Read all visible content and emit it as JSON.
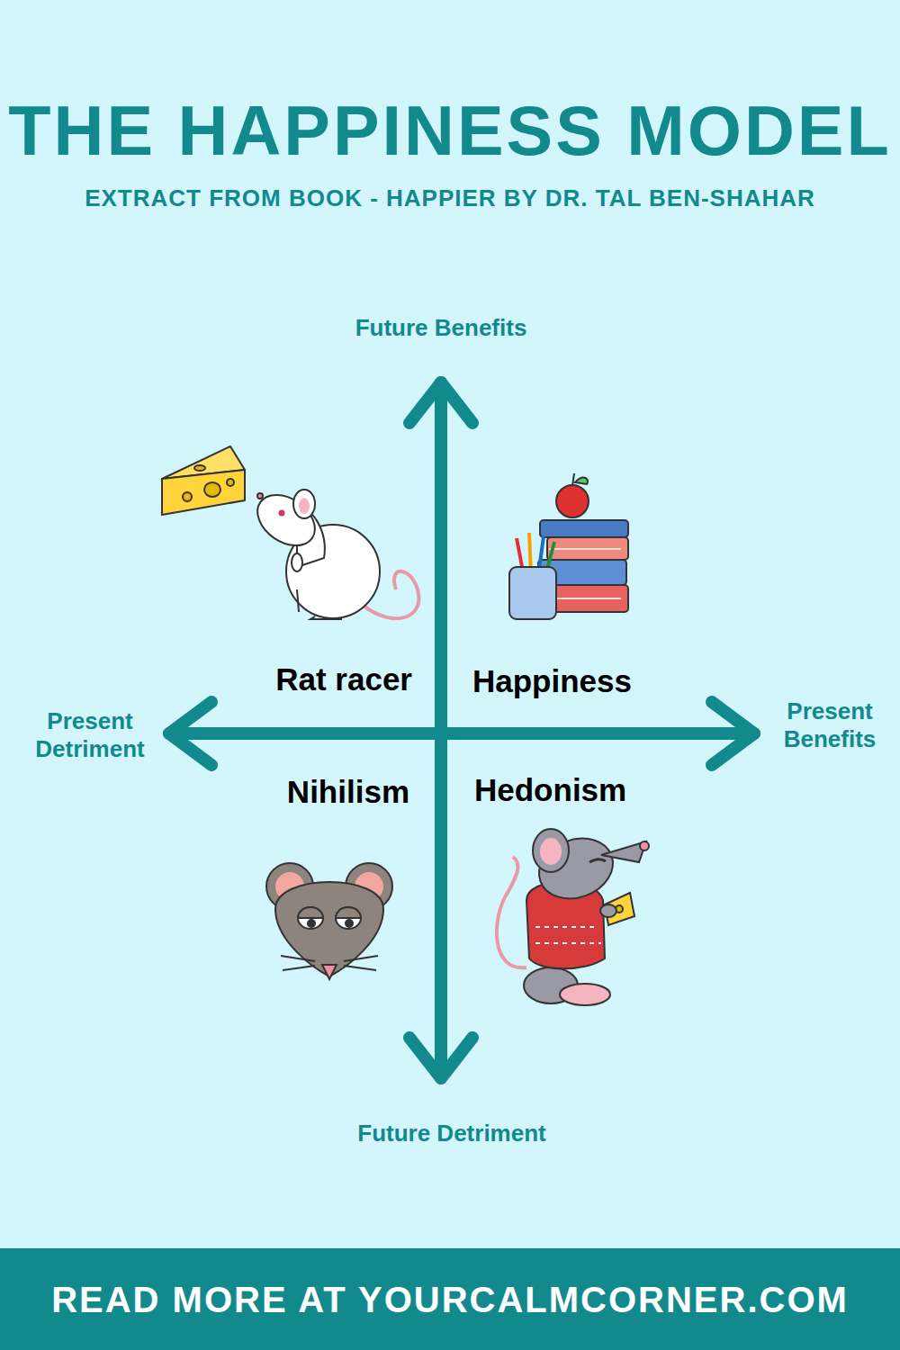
{
  "diagram": {
    "title": "THE HAPPINESS MODEL",
    "nodes": [
      {
        "text": [
          "READ MORE AT YOURCALMCORNER.COM"
        ]
      }
    ],
    "labels": [
      "EXTRACT FROM BOOK - HAPPIER BY DR. TAL BEN-SHAHAR",
      "Future Benefits",
      "Rat racer",
      "Happiness",
      "Present Detriment",
      "Present Benefits",
      "Nihilism",
      "Hedonism",
      "Future Detriment"
    ]
  }
}
